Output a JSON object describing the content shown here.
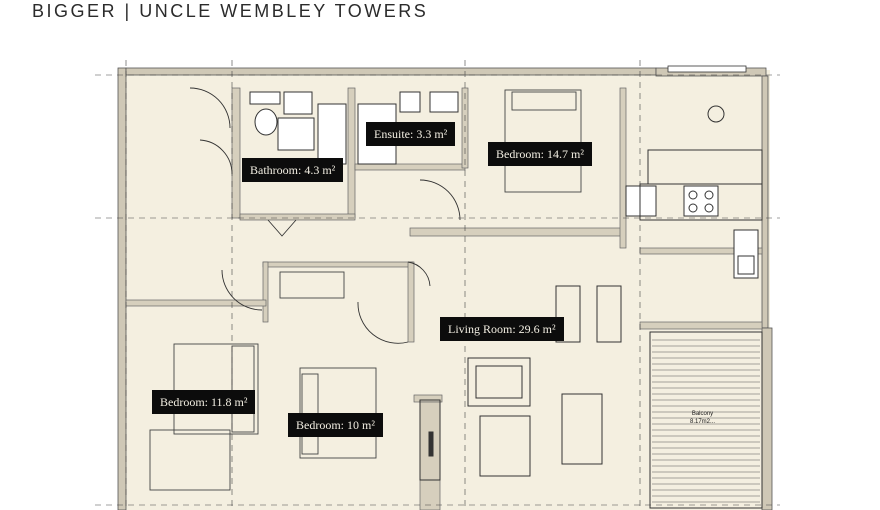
{
  "header": {
    "title": "BIGGER | UNCLE WEMBLEY TOWERS"
  },
  "rooms": {
    "bathroom": "Bathroom: 4.3 m²",
    "ensuite": "Ensuite: 3.3 m²",
    "bedroom_main": "Bedroom: 14.7 m²",
    "living_room": "Living Room: 29.6 m²",
    "bedroom_left": "Bedroom: 11.8 m²",
    "bedroom_small": "Bedroom: 10 m²"
  },
  "balcony": {
    "name": "Balcony",
    "area": "8.17m2..."
  },
  "colors": {
    "floor": "#f4efe0",
    "walls": "#bfb8a6",
    "line": "#2f2f2f",
    "label_bg": "#0c0c0c",
    "label_text": "#f3efe3"
  }
}
